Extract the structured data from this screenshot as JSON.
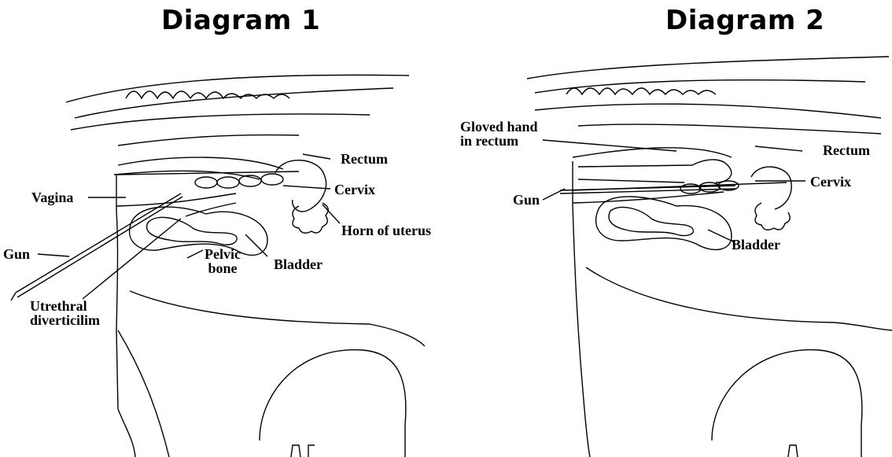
{
  "diagrams": [
    {
      "title": "Diagram 1",
      "labels": {
        "rectum": "Rectum",
        "cervix": "Cervix",
        "vagina": "Vagina",
        "horn_of_uterus": "Horn of uterus",
        "gun": "Gun",
        "pelvic_bone": "Pelvic\nbone",
        "bladder": "Bladder",
        "urethral_diverticulum": "Utrethral\ndiverticilim"
      }
    },
    {
      "title": "Diagram 2",
      "labels": {
        "gloved_hand": "Gloved hand\nin rectum",
        "rectum": "Rectum",
        "cervix": "Cervix",
        "gun": "Gun",
        "bladder": "Bladder"
      }
    }
  ]
}
